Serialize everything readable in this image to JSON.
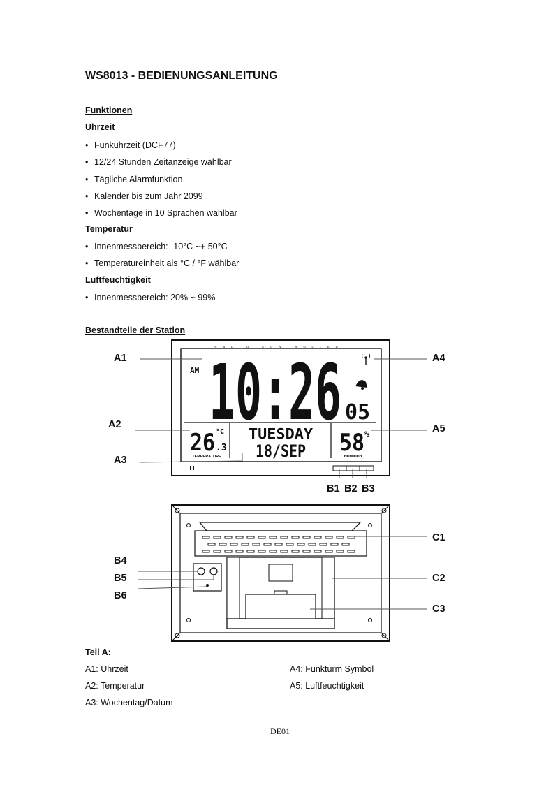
{
  "title": "WS8013 - BEDIENUNGSANLEITUNG",
  "features": {
    "heading": "Funktionen",
    "time": {
      "heading": "Uhrzeit",
      "items": [
        "Funkuhrzeit (DCF77)",
        "12/24 Stunden Zeitanzeige wählbar",
        "Tägliche Alarmfunktion",
        "Kalender bis zum Jahr 2099",
        "Wochentage in 10 Sprachen wählbar"
      ]
    },
    "temperature": {
      "heading": "Temperatur",
      "items": [
        "Innenmessbereich: -10°C ~+ 50°C",
        "Temperatureinheit als °C / °F wählbar"
      ]
    },
    "humidity": {
      "heading": "Luftfeuchtigkeit",
      "items": [
        "Innenmessbereich: 20% ~ 99%"
      ]
    }
  },
  "components": {
    "heading": "Bestandteile der Station",
    "front_labels": [
      "A1",
      "A2",
      "A3",
      "A4",
      "A5"
    ],
    "button_labels": [
      "B1",
      "B2",
      "B3"
    ],
    "back_left_labels": [
      "B4",
      "B5",
      "B6"
    ],
    "back_right_labels": [
      "C1",
      "C2",
      "C3"
    ],
    "display": {
      "header_text": "RADIO CONTROLLED",
      "am": "AM",
      "time": "10:26",
      "seconds": "05",
      "temp_main": "26",
      "temp_decimal": ".3",
      "temp_unit": "°C",
      "temp_label": "TEMPERATURE",
      "weekday": "TUESDAY",
      "date": "18/SEP",
      "humidity_value": "58",
      "humidity_unit": "%",
      "humidity_label": "HUMIDITY"
    }
  },
  "part_a": {
    "heading": "Teil A:",
    "left": [
      "A1: Uhrzeit",
      "A2: Temperatur",
      "A3: Wochentag/Datum"
    ],
    "right": [
      "A4: Funkturm Symbol",
      "A5: Luftfeuchtigkeit"
    ]
  },
  "footer": "DE01"
}
